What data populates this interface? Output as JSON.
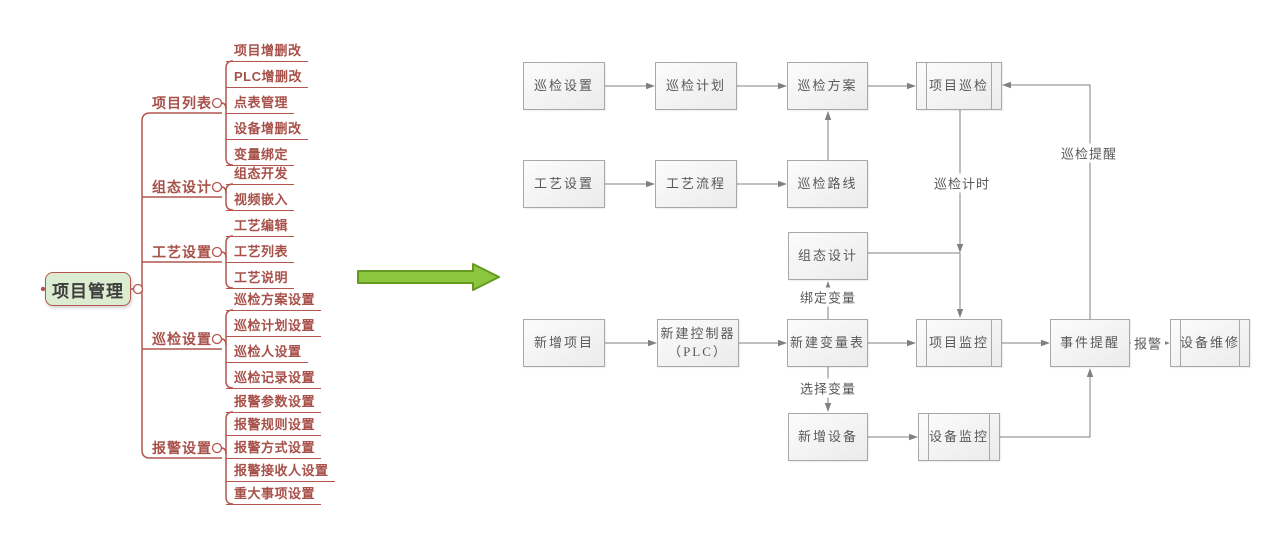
{
  "mindmap": {
    "root": {
      "label": "项目管理"
    },
    "branches": [
      {
        "label": "项目列表",
        "children": [
          "项目增删改",
          "PLC增删改",
          "点表管理",
          "设备增删改",
          "变量绑定"
        ]
      },
      {
        "label": "组态设计",
        "children": [
          "组态开发",
          "视频嵌入"
        ]
      },
      {
        "label": "工艺设置",
        "children": [
          "工艺编辑",
          "工艺列表",
          "工艺说明"
        ]
      },
      {
        "label": "巡检设置",
        "children": [
          "巡检方案设置",
          "巡检计划设置",
          "巡检人设置",
          "巡检记录设置"
        ]
      },
      {
        "label": "报警设置",
        "children": [
          "报警参数设置",
          "报警规则设置",
          "报警方式设置",
          "报警接收人设置",
          "重大事项设置"
        ]
      }
    ]
  },
  "flowchart": {
    "nodes": [
      "巡检设置",
      "巡检计划",
      "巡检方案",
      "项目巡检",
      "工艺设置",
      "工艺流程",
      "巡检路线",
      "组态设计",
      "新增项目",
      "新建控制器（PLC）",
      "新建变量表",
      "项目监控",
      "事件提醒",
      "设备维修",
      "新增设备",
      "设备监控"
    ],
    "edge_labels": {
      "timer": "巡检计时",
      "remind": "巡检提醒",
      "bind": "绑定变量",
      "select": "选择变量",
      "alarm": "报警"
    }
  },
  "colors": {
    "mindmap_line": "#b4564e",
    "mindmap_text": "#a8514a",
    "root_fill": "#dcecd1",
    "root_border": "#b4564e",
    "flow_line": "#808080",
    "flow_box_border": "#a8a8a8",
    "flow_text": "#595959",
    "arrow_green_fill": "#8cc63e",
    "arrow_green_border": "#649a22"
  }
}
